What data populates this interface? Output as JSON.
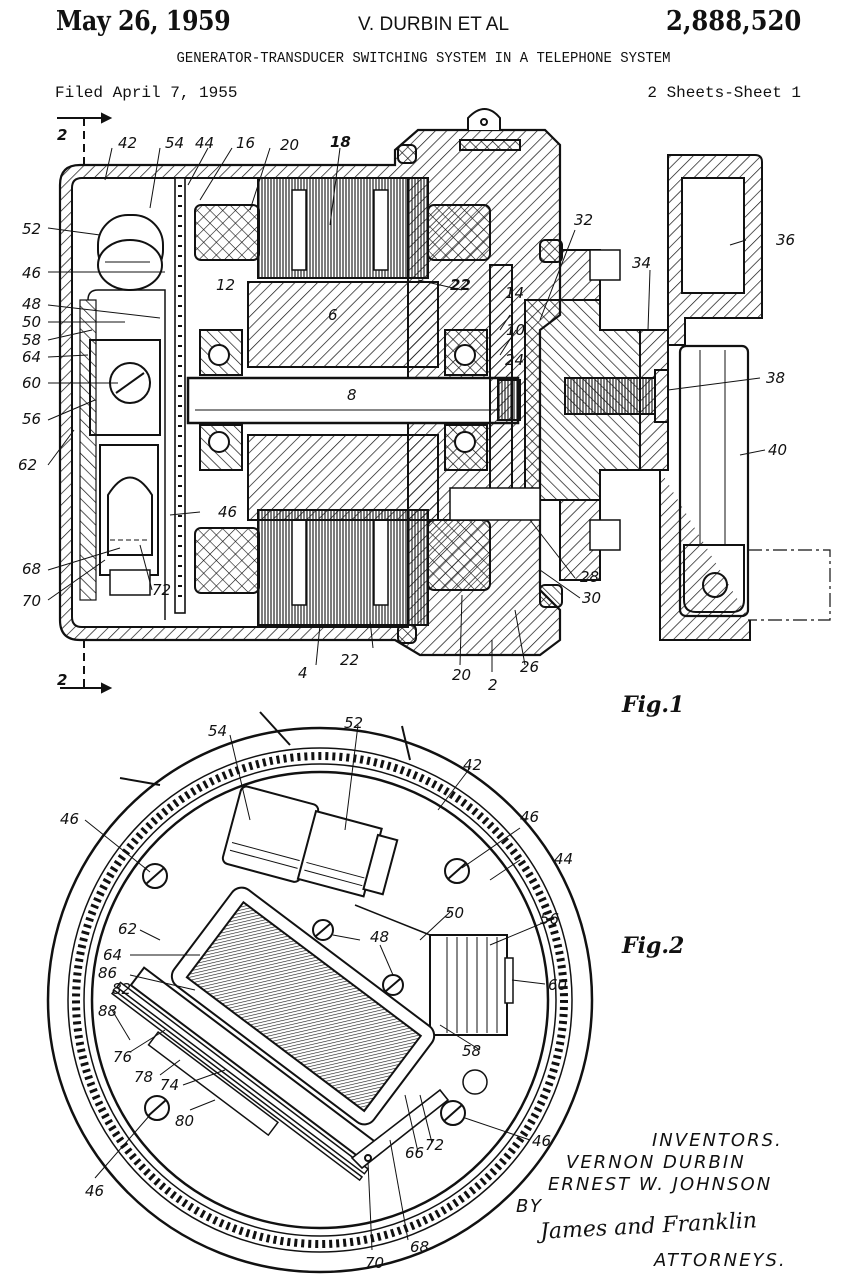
{
  "header": {
    "date": "May 26, 1959",
    "inventor_short": "V. DURBIN ET AL",
    "patent_number": "2,888,520",
    "title": "GENERATOR-TRANSDUCER SWITCHING SYSTEM IN A TELEPHONE SYSTEM",
    "filed": "Filed April 7, 1955",
    "sheets": "2 Sheets-Sheet 1"
  },
  "figures": {
    "fig1": {
      "caption": "Fig.1",
      "section_marks": [
        "2",
        "2"
      ],
      "labels": [
        "42",
        "54",
        "44",
        "16",
        "20",
        "18",
        "52",
        "46",
        "48",
        "50",
        "58",
        "64",
        "60",
        "56",
        "62",
        "12",
        "6",
        "22",
        "14",
        "10",
        "24",
        "8",
        "32",
        "34",
        "36",
        "38",
        "40",
        "46",
        "68",
        "70",
        "72",
        "4",
        "22",
        "20",
        "2",
        "26",
        "28",
        "30"
      ]
    },
    "fig2": {
      "caption": "Fig.2",
      "labels": [
        "54",
        "52",
        "42",
        "46",
        "46",
        "44",
        "62",
        "50",
        "56",
        "64",
        "48",
        "86",
        "82",
        "60",
        "88",
        "76",
        "78",
        "58",
        "74",
        "80",
        "46",
        "72",
        "66",
        "46",
        "70",
        "68"
      ]
    }
  },
  "inventors": {
    "heading": "INVENTORS.",
    "names": [
      "VERNON DURBIN",
      "ERNEST W. JOHNSON"
    ],
    "by": "BY",
    "attorneys_signature": "James and Franklin",
    "attorneys_heading": "ATTORNEYS."
  }
}
